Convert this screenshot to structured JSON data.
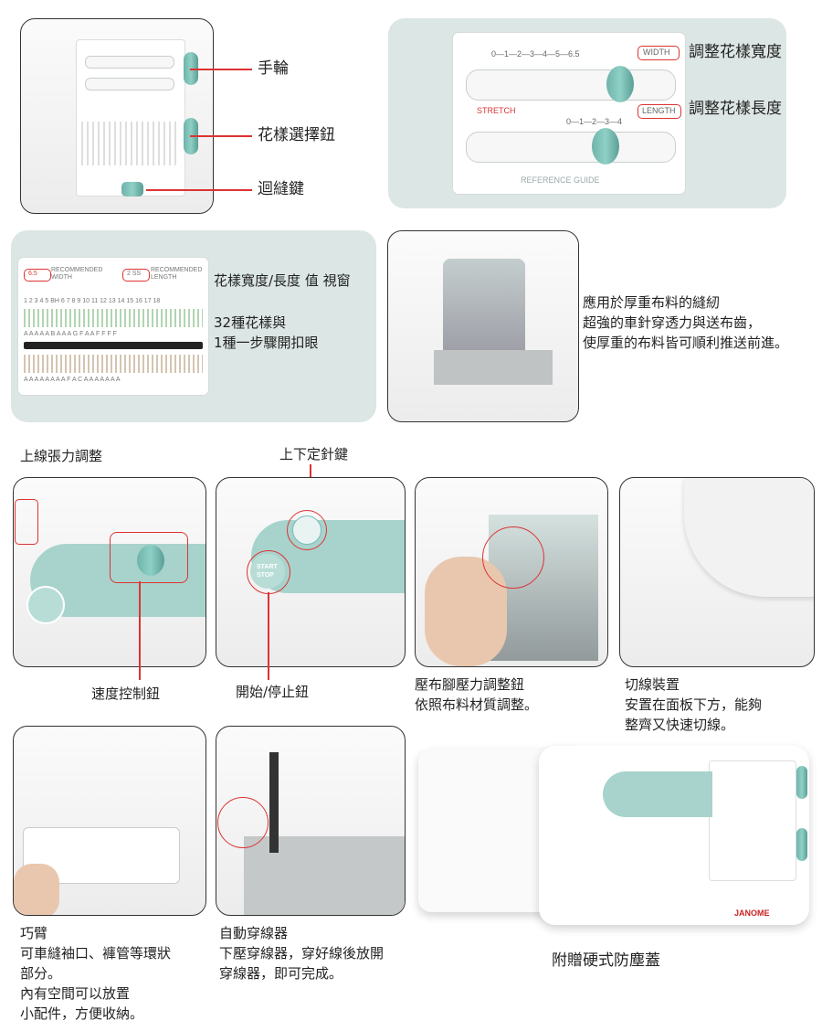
{
  "top_left": {
    "labels": {
      "handwheel": "手輪",
      "pattern_knob": "花樣選擇鈕",
      "reverse": "迴縫鍵"
    }
  },
  "top_right": {
    "scale_width": "0—1—2—3—4—5—6.5",
    "width_tag": "WIDTH",
    "stretch_label": "STRETCH",
    "scale_length": "0—1—2—3—4",
    "length_tag": "LENGTH",
    "reference_guide": "REFERENCE GUIDE",
    "width_caption": "調整花樣寬度",
    "length_caption": "調整花樣長度"
  },
  "row2_panel": {
    "rec_width_value": "6.5",
    "rec_width_label": "RECOMMENDED\nWIDTH",
    "rec_length_value": "2 SS",
    "rec_length_label": "RECOMMENDED\nLENGTH",
    "pattern_numbers": "1 2 3 4 5 BH 6 7 8 9 10 11 12 13 14 15 16 17 18",
    "foot_letters_top": "A A A A A  B  A A A  G F A A F F F F",
    "foot_letters_bottom": "A A A A A     A A A F A C A A A A A A A",
    "window_caption": "花樣寬度/長度 值 視窗",
    "pattern_caption": "32種花樣與\n1種一步驟開扣眼"
  },
  "row2_right": {
    "caption": "應用於厚重布料的縫紉\n超強的車針穿透力與送布齒，\n使厚重的布料皆可順利推送前進。"
  },
  "row3": {
    "thread_tension": "上線張力調整",
    "needle_up_down": "上下定針鍵",
    "speed_control": "速度控制鈕",
    "start_stop_caption": "開始/停止鈕",
    "start_stop_button": "START\nSTOP",
    "presser_caption": "壓布腳壓力調整鈕\n依照布料材質調整。",
    "cutter_caption": "切線裝置\n安置在面板下方，能夠\n整齊又快速切線。"
  },
  "row4": {
    "free_arm_caption": "巧臂\n可車縫袖口、褲管等環狀\n部分。\n內有空間可以放置\n小配件，方便收納。",
    "threader_caption": "自動穿線器\n下壓穿線器，穿好線後放開\n穿線器，即可完成。",
    "cover_caption": "附贈硬式防塵蓋",
    "brand": "JANOME"
  }
}
